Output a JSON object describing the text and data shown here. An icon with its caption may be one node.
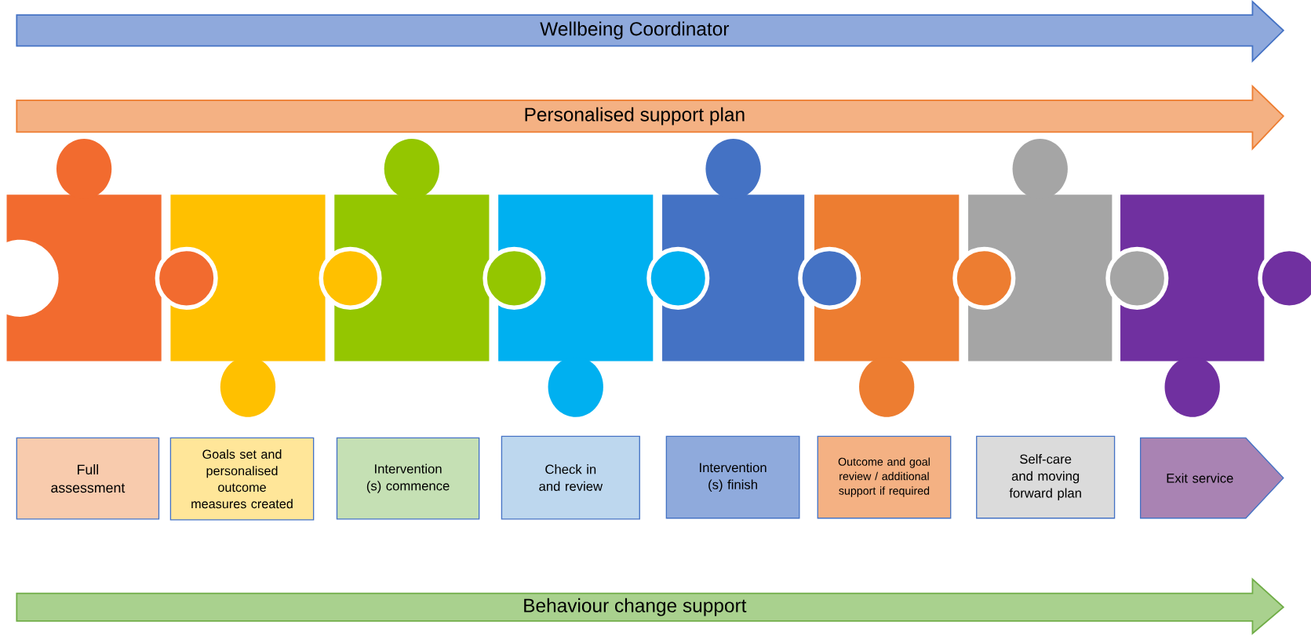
{
  "diagram": {
    "nodes": [
      {
        "text": [
          "Wellbeing Coordinator"
        ]
      },
      {
        "text": [
          "Personalised support plan"
        ]
      },
      {
        "text": [
          "Full assessment"
        ]
      },
      {
        "text": [
          "Goals set and personalised outcome measures created"
        ]
      },
      {
        "text": [
          "Intervention (s) commence"
        ]
      },
      {
        "text": [
          "Check in and review"
        ]
      },
      {
        "text": [
          "Intervention (s) finish"
        ]
      },
      {
        "text": [
          "Outcome and goal review / additional support if required"
        ]
      },
      {
        "text": [
          "Self-care and moving forward plan"
        ]
      },
      {
        "text": [
          "Exit service"
        ]
      },
      {
        "text": [
          "Behaviour change support"
        ]
      }
    ]
  }
}
